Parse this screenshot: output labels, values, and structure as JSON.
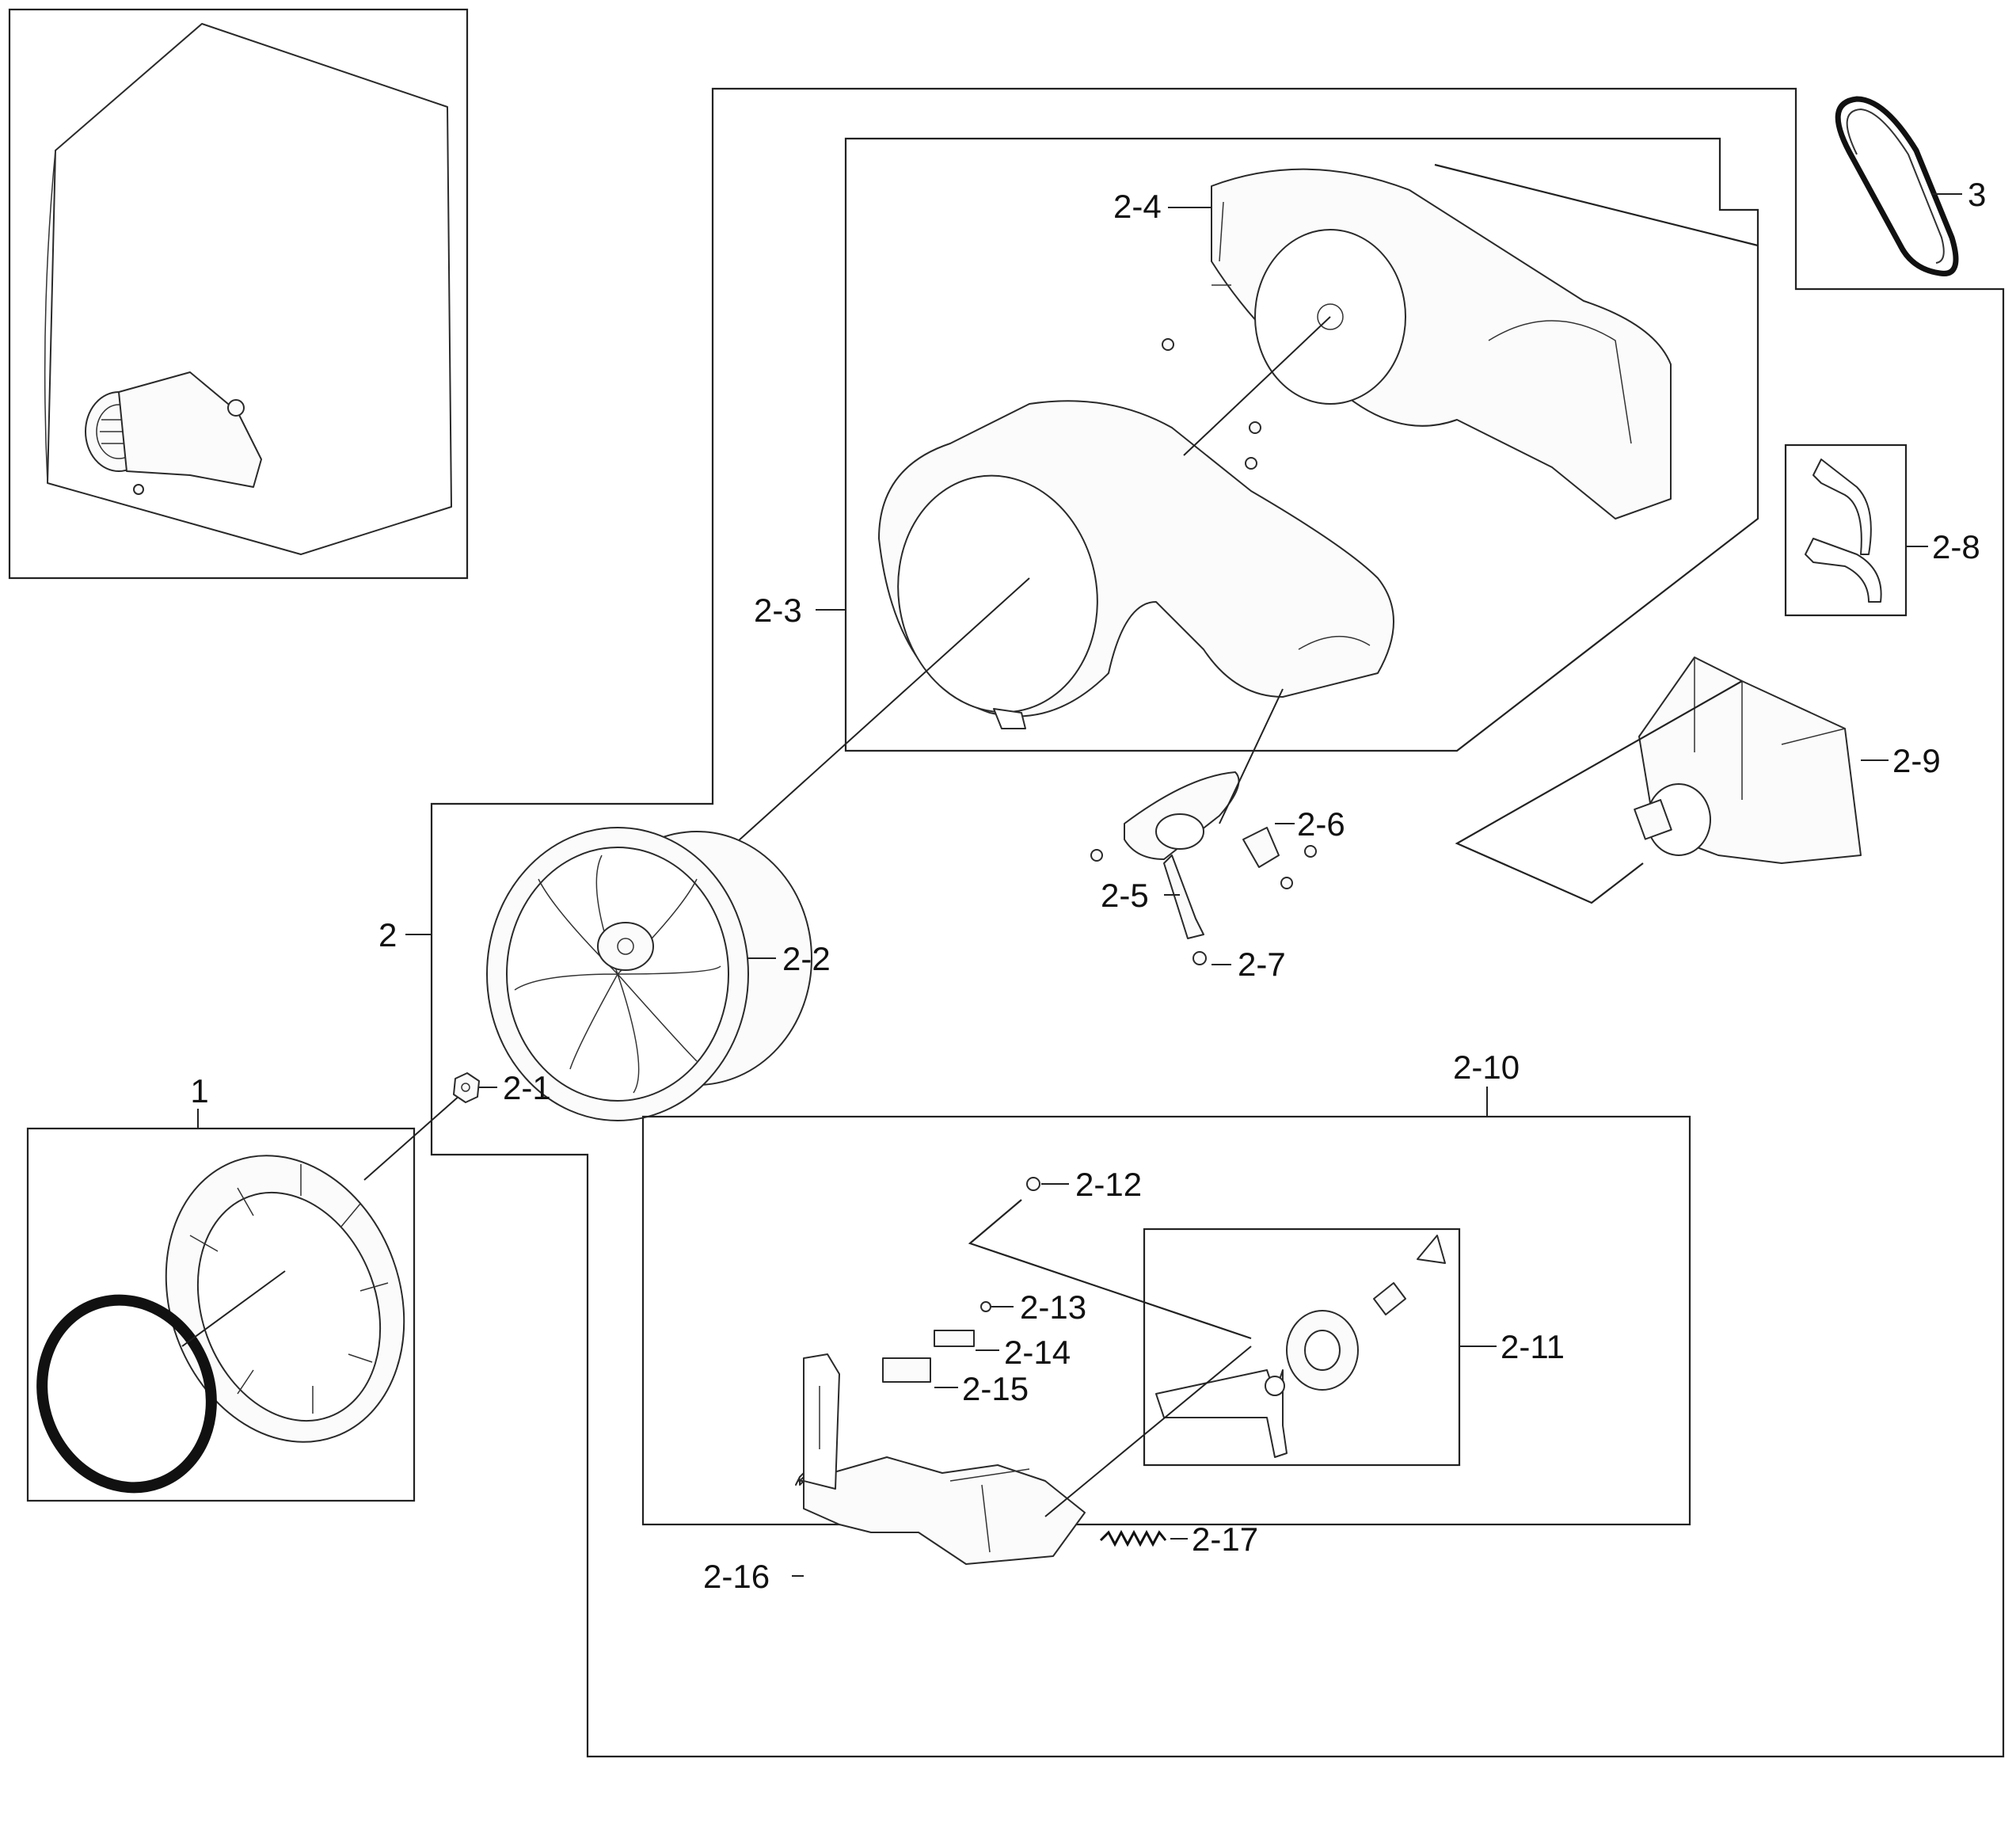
{
  "labels": {
    "p1": "1",
    "p2": "2",
    "p2_1": "2-1",
    "p2_2": "2-2",
    "p2_3": "2-3",
    "p2_4": "2-4",
    "p2_5": "2-5",
    "p2_6": "2-6",
    "p2_7": "2-7",
    "p2_8": "2-8",
    "p2_9": "2-9",
    "p2_10": "2-10",
    "p2_11": "2-11",
    "p2_12": "2-12",
    "p2_13": "2-13",
    "p2_14": "2-14",
    "p2_15": "2-15",
    "p2_16": "2-16",
    "p2_17": "2-17",
    "p3": "3"
  },
  "colors": {
    "line": "#222222",
    "background": "#ffffff"
  }
}
